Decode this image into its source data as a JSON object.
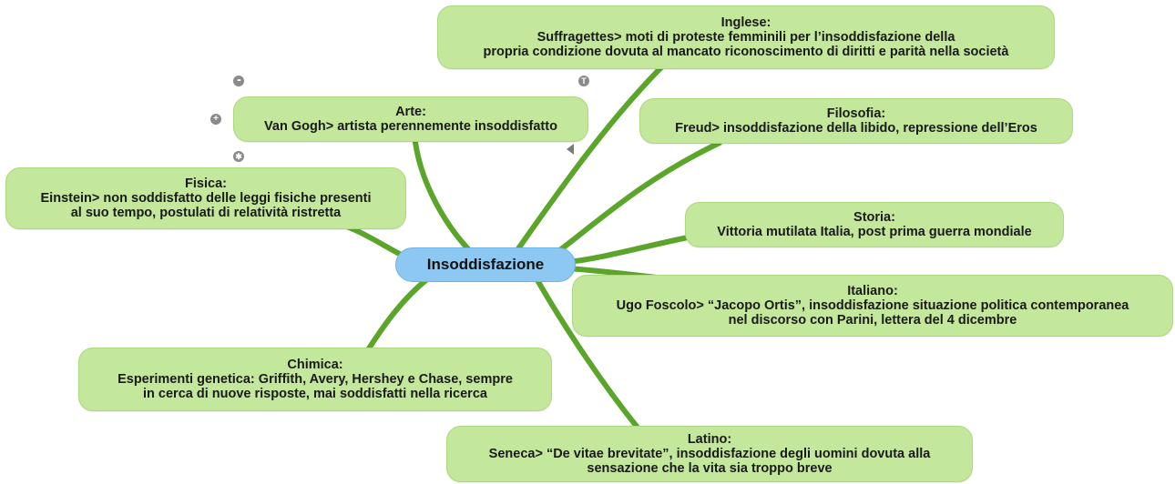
{
  "map": {
    "central": "Insoddisfazione",
    "colors": {
      "branch": "#5aa52a",
      "node_fill": "#c3e79b",
      "central_fill": "#8cc8f2"
    },
    "nodes": {
      "inglese": {
        "l1": "Inglese:",
        "l2": "Suffragettes> moti di proteste femminili per l’insoddisfazione della",
        "l3": "propria condizione dovuta al mancato riconoscimento di diritti e parità nella società"
      },
      "arte": {
        "l1": "Arte:",
        "l2": "Van Gogh> artista perennemente insoddisfatto"
      },
      "filosofia": {
        "l1": "Filosofia:",
        "l2": "Freud> insoddisfazione della libido, repressione dell’Eros"
      },
      "fisica": {
        "l1": "Fisica:",
        "l2": "Einstein> non soddisfatto delle leggi fisiche presenti",
        "l3": "al suo tempo, postulati di relatività ristretta"
      },
      "storia": {
        "l1": "Storia:",
        "l2": "Vittoria mutilata Italia, post prima guerra mondiale"
      },
      "italiano": {
        "l1": "Italiano:",
        "l2": "Ugo Foscolo> “Jacopo Ortis”, insoddisfazione situazione politica contemporanea",
        "l3": "nel discorso con Parini, lettera del 4 dicembre"
      },
      "chimica": {
        "l1": "Chimica:",
        "l2": "Esperimenti genetica: Griffith, Avery, Hershey e Chase, sempre",
        "l3": "in cerca di nuove risposte, mai soddisfatti nella ricerca"
      },
      "latino": {
        "l1": "Latino:",
        "l2": "Seneca> “De vitae brevitate”, insoddisfazione degli uomini dovuta alla",
        "l3": "sensazione che la vita sia troppo breve"
      }
    },
    "handles": {
      "more": "•••",
      "add": "+",
      "star": "✱",
      "text": "T"
    }
  }
}
